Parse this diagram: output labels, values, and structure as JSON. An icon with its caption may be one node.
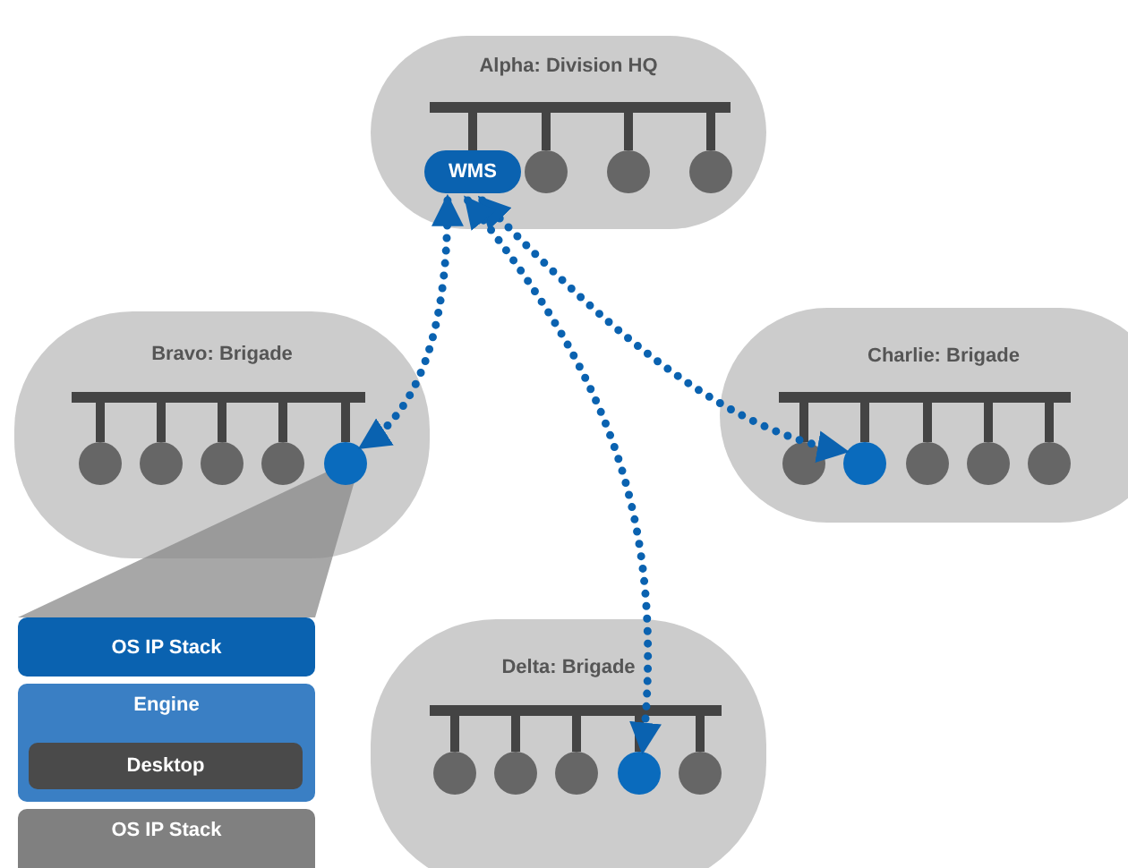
{
  "diagram": {
    "nodes": [
      {
        "text": [
          "Alpha: Division HQ"
        ]
      },
      {
        "text": [],
        "shape": "bar",
        "in": 0
      },
      {
        "text": [
          "WMS"
        ],
        "in": 0
      },
      {
        "text": [],
        "shape": "circle",
        "in": 0
      },
      {
        "text": [],
        "shape": "circle",
        "in": 0
      },
      {
        "text": [],
        "shape": "circle",
        "in": 0
      },
      {
        "text": [
          "Bravo: Brigade"
        ]
      },
      {
        "text": [],
        "shape": "bar",
        "in": 6
      },
      {
        "text": [],
        "shape": "circle",
        "in": 6
      },
      {
        "text": [],
        "shape": "circle",
        "in": 6
      },
      {
        "text": [],
        "shape": "circle",
        "in": 6
      },
      {
        "text": [],
        "shape": "circle",
        "in": 6
      },
      {
        "text": [],
        "shape": "circle",
        "in": 6
      },
      {
        "text": [
          "Charlie: Brigade"
        ]
      },
      {
        "text": [],
        "shape": "bar",
        "in": 13
      },
      {
        "text": [],
        "shape": "circle",
        "in": 13
      },
      {
        "text": [],
        "shape": "circle",
        "in": 13
      },
      {
        "text": [],
        "shape": "circle",
        "in": 13
      },
      {
        "text": [],
        "shape": "circle",
        "in": 13
      },
      {
        "text": [],
        "shape": "circle",
        "in": 13
      },
      {
        "text": [
          "Delta: Brigade"
        ]
      },
      {
        "text": [],
        "shape": "bar",
        "in": 20
      },
      {
        "text": [],
        "shape": "circle",
        "in": 20
      },
      {
        "text": [],
        "shape": "circle",
        "in": 20
      },
      {
        "text": [],
        "shape": "circle",
        "in": 20
      },
      {
        "text": [],
        "shape": "circle",
        "in": 20
      },
      {
        "text": [],
        "shape": "circle",
        "in": 20
      },
      {
        "text": [],
        "shape": "funnel"
      },
      {
        "text": [
          "OS IP Stack"
        ]
      },
      {
        "text": [
          "Engine"
        ]
      },
      {
        "text": [
          "Desktop"
        ],
        "in": 29
      },
      {
        "text": [
          "OS IP Stack"
        ]
      }
    ],
    "edges": [
      {
        "from": 1,
        "to": 2,
        "arrow": "none"
      },
      {
        "from": 1,
        "to": 3,
        "arrow": "none"
      },
      {
        "from": 1,
        "to": 4,
        "arrow": "none"
      },
      {
        "from": 1,
        "to": 5,
        "arrow": "none"
      },
      {
        "from": 7,
        "to": 8,
        "arrow": "none"
      },
      {
        "from": 7,
        "to": 9,
        "arrow": "none"
      },
      {
        "from": 7,
        "to": 10,
        "arrow": "none"
      },
      {
        "from": 7,
        "to": 11,
        "arrow": "none"
      },
      {
        "from": 7,
        "to": 12,
        "arrow": "none"
      },
      {
        "from": 14,
        "to": 15,
        "arrow": "none"
      },
      {
        "from": 14,
        "to": 16,
        "arrow": "none"
      },
      {
        "from": 14,
        "to": 17,
        "arrow": "none"
      },
      {
        "from": 14,
        "to": 18,
        "arrow": "none"
      },
      {
        "from": 14,
        "to": 19,
        "arrow": "none"
      },
      {
        "from": 21,
        "to": 22,
        "arrow": "none"
      },
      {
        "from": 21,
        "to": 23,
        "arrow": "none"
      },
      {
        "from": 21,
        "to": 24,
        "arrow": "none"
      },
      {
        "from": 21,
        "to": 25,
        "arrow": "none"
      },
      {
        "from": 21,
        "to": 26,
        "arrow": "none"
      },
      {
        "from": 2,
        "to": 12,
        "arrow": "both",
        "style": "dashed",
        "color": "#0a62b0"
      },
      {
        "from": 2,
        "to": 16,
        "arrow": "both",
        "style": "dashed",
        "color": "#0a62b0"
      },
      {
        "from": 2,
        "to": 25,
        "arrow": "both",
        "style": "dashed",
        "color": "#0a62b0"
      }
    ]
  }
}
